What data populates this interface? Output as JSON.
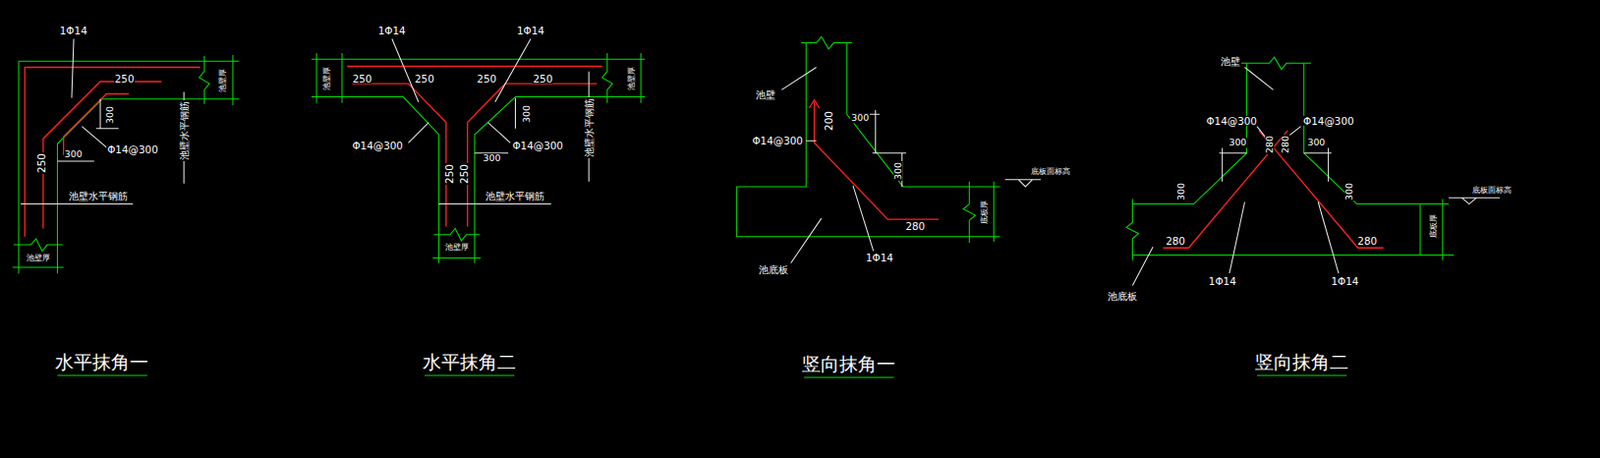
{
  "diagram": {
    "labels": [
      "1Φ14",
      "250",
      "300",
      "Φ14@300",
      "300",
      "250",
      "池壁水平钢筋",
      "池壁厚",
      "池壁水平钢筋",
      "池壁厚",
      "水平抹角一",
      "1Φ14",
      "1Φ14",
      "池壁厚",
      "250",
      "250",
      "250",
      "250",
      "池壁厚",
      "300",
      "池壁水平钢筋",
      "Φ14@300",
      "Φ14@300",
      "300",
      "250",
      "250",
      "池壁水平钢筋",
      "池壁厚",
      "水平抹角二",
      "池壁",
      "200",
      "300",
      "Φ14@300",
      "300",
      "底板面标高",
      "底板厚",
      "280",
      "池底板",
      "1Φ14",
      "竖向抹角一",
      "池壁",
      "Φ14@300",
      "Φ14@300",
      "300",
      "280",
      "280",
      "300",
      "300",
      "300",
      "底板面标高",
      "280",
      "280",
      "底板厚",
      "池底板",
      "1Φ14",
      "1Φ14",
      "竖向抹角二"
    ]
  }
}
